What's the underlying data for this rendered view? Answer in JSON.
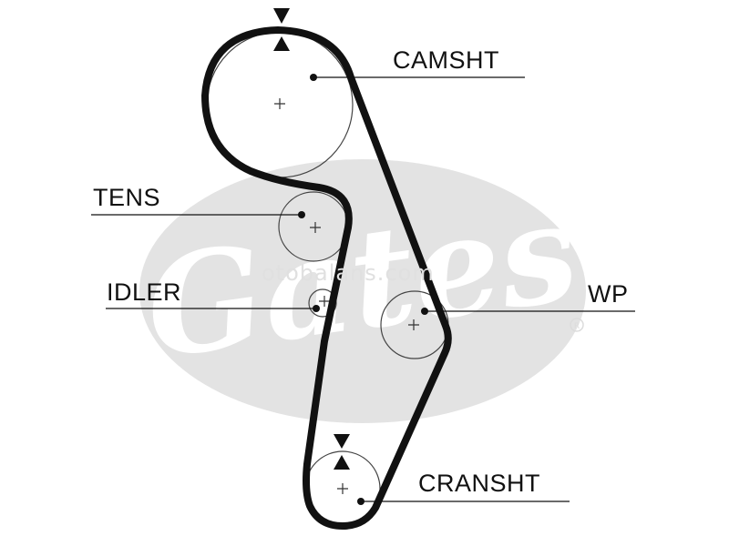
{
  "labels": {
    "camshaft": "CAMSHT",
    "tensioner": "TENS",
    "idler": "IDLER",
    "water_pump": "WP",
    "crankshaft": "CRANSHT"
  },
  "watermark": {
    "site": "otobalans.com",
    "brand": "Gates"
  },
  "colors": {
    "belt": "#111111",
    "watermark": "#e3e3e3",
    "text": "#111111"
  }
}
